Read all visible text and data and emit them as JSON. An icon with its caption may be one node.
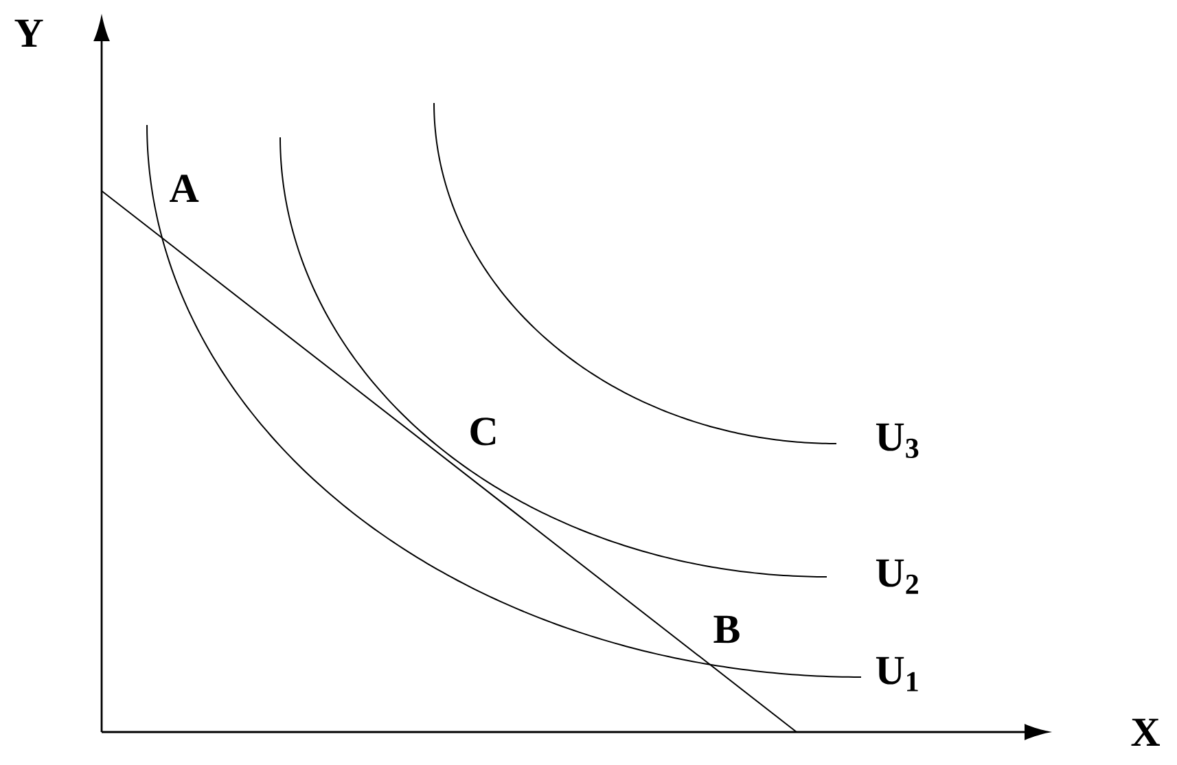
{
  "diagram": {
    "labels": [
      "Y",
      "A",
      "C",
      "U$_{3}$",
      "U$_{2}$",
      "B",
      "U$_{1}$",
      "X"
    ]
  }
}
